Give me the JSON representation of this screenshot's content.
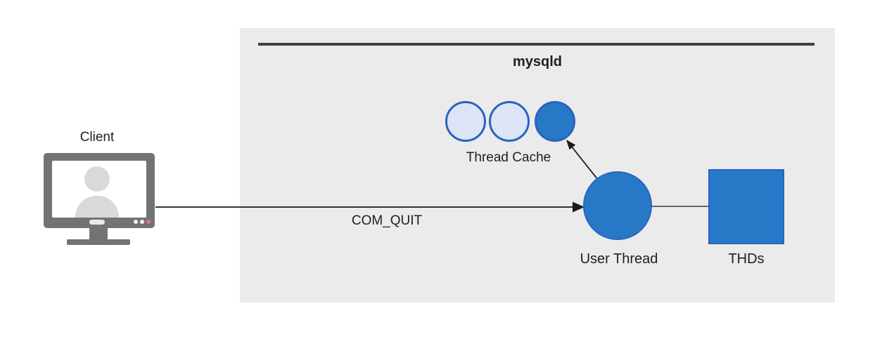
{
  "client": {
    "label": "Client"
  },
  "server": {
    "title": "mysqld"
  },
  "thread_cache": {
    "label": "Thread Cache",
    "circles": [
      "empty",
      "empty",
      "filled"
    ]
  },
  "user_thread": {
    "label": "User Thread"
  },
  "thds": {
    "label": "THDs"
  },
  "message": {
    "label": "COM_QUIT"
  },
  "colors": {
    "box_bg": "#ebebeb",
    "header_line": "#3f3f3f",
    "blue_fill": "#2878c8",
    "blue_stroke": "#2a63c0",
    "light_blue_fill": "#dce4f5",
    "monitor_gray": "#737373",
    "silhouette_gray": "#d9d9d9",
    "power_dot_red": "#e8707f",
    "dot_light": "#f2f2f2",
    "text": "#1f1f1f",
    "line": "#1a1a1a",
    "canvas_bg": "#ffffff"
  }
}
